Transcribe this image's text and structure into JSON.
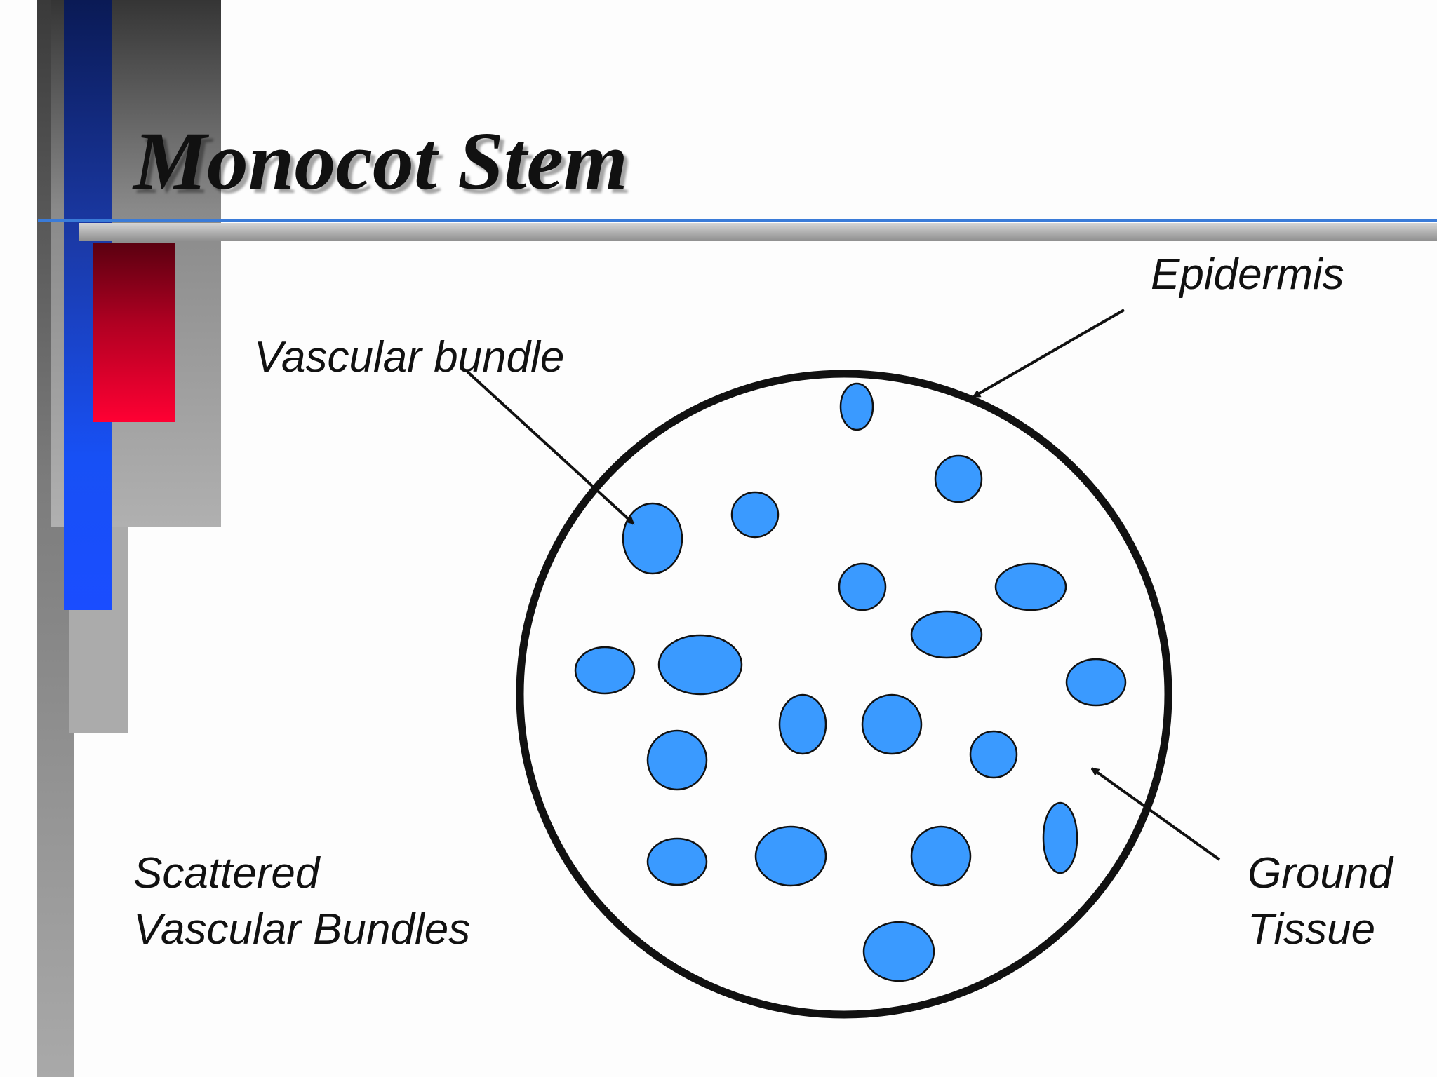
{
  "slide": {
    "title": "Monocot Stem",
    "labels": {
      "epidermis": "Epidermis",
      "vascular_bundle": "Vascular bundle",
      "scattered_line1": "Scattered",
      "scattered_line2": "Vascular Bundles",
      "ground_line1": "Ground",
      "ground_line2": "Tissue"
    }
  },
  "colors": {
    "bundle_fill": "#3a9aff",
    "outline": "#111111"
  }
}
